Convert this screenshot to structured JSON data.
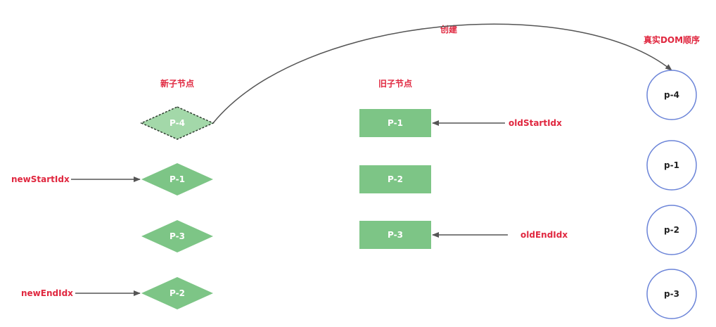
{
  "titles": {
    "new_children": "新子节点",
    "old_children": "旧子节点",
    "real_dom": "真实DOM顺序",
    "create": "创建"
  },
  "new_nodes": [
    {
      "label": "P-4",
      "state": "dashed"
    },
    {
      "label": "P-1"
    },
    {
      "label": "P-3"
    },
    {
      "label": "P-2"
    }
  ],
  "old_nodes": [
    {
      "label": "P-1"
    },
    {
      "label": "P-2"
    },
    {
      "label": "P-3"
    }
  ],
  "dom_nodes": [
    {
      "label": "p-4"
    },
    {
      "label": "p-1"
    },
    {
      "label": "p-2"
    },
    {
      "label": "p-3"
    }
  ],
  "pointers": {
    "new_start": "newStartIdx",
    "new_end": "newEndIdx",
    "old_start": "oldStartIdx",
    "old_end": "oldEndIdx"
  },
  "colors": {
    "node_green": "#7dc586",
    "node_green_light": "#a3d8a9",
    "label_red": "#e0273f",
    "circle_blue": "#6b84d8",
    "arrow_gray": "#555555"
  }
}
